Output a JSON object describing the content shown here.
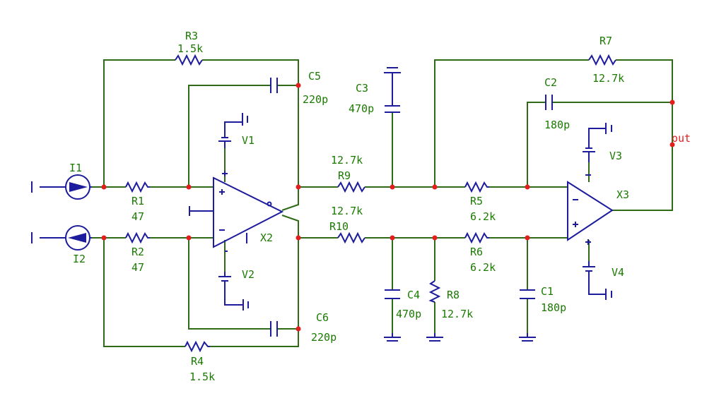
{
  "labels": {
    "I1": "I1",
    "I2": "I2",
    "R1": "R1",
    "R1v": "47",
    "R2": "R2",
    "R2v": "47",
    "R3": "R3",
    "R3v": "1.5k",
    "R4": "R4",
    "R4v": "1.5k",
    "C5": "C5",
    "C5v": "220p",
    "C6": "C6",
    "C6v": "220p",
    "V1": "V1",
    "V2": "V2",
    "X2": "X2",
    "R9": "R9",
    "R9v": "12.7k",
    "R10": "R10",
    "R10v": "12.7k",
    "C3": "C3",
    "C3v": "470p",
    "C4": "C4",
    "C4v": "470p",
    "R8": "R8",
    "R8v": "12.7k",
    "R5": "R5",
    "R5v": "6.2k",
    "R6": "R6",
    "R6v": "6.2k",
    "R7": "R7",
    "R7v": "12.7k",
    "C2": "C2",
    "C2v": "180p",
    "C1": "C1",
    "C1v": "180p",
    "V3": "V3",
    "V4": "V4",
    "X3": "X3",
    "out": "out"
  },
  "colors": {
    "wire": "#2f6b16",
    "component": "#1c1c9c",
    "label": "#1a7a00",
    "node": "#e21d1d"
  }
}
